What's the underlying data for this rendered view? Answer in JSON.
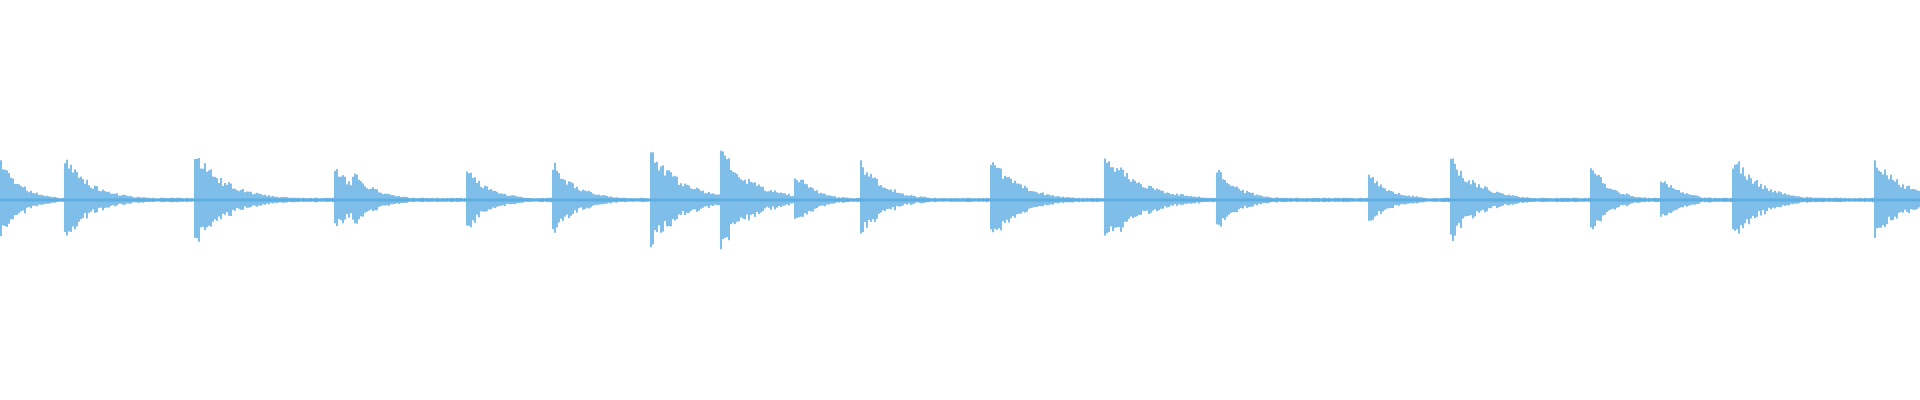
{
  "waveform": {
    "color": "#5eaee2",
    "background": "#ffffff",
    "baseline_level": 0.015,
    "onsets": [
      {
        "t": 0.0,
        "peak": 0.28,
        "decay": 0.01
      },
      {
        "t": 0.0325,
        "peak": 0.3,
        "decay": 0.014
      },
      {
        "t": 0.1005,
        "peak": 0.34,
        "decay": 0.016
      },
      {
        "t": 0.1735,
        "peak": 0.24,
        "decay": 0.012
      },
      {
        "t": 0.183,
        "peak": 0.2,
        "decay": 0.012
      },
      {
        "t": 0.242,
        "peak": 0.22,
        "decay": 0.012
      },
      {
        "t": 0.2865,
        "peak": 0.28,
        "decay": 0.012
      },
      {
        "t": 0.3385,
        "peak": 0.34,
        "decay": 0.016
      },
      {
        "t": 0.375,
        "peak": 0.34,
        "decay": 0.016
      },
      {
        "t": 0.413,
        "peak": 0.2,
        "decay": 0.01
      },
      {
        "t": 0.4475,
        "peak": 0.28,
        "decay": 0.012
      },
      {
        "t": 0.515,
        "peak": 0.32,
        "decay": 0.014
      },
      {
        "t": 0.574,
        "peak": 0.34,
        "decay": 0.018
      },
      {
        "t": 0.6325,
        "peak": 0.22,
        "decay": 0.012
      },
      {
        "t": 0.712,
        "peak": 0.18,
        "decay": 0.012
      },
      {
        "t": 0.7545,
        "peak": 0.3,
        "decay": 0.014
      },
      {
        "t": 0.828,
        "peak": 0.24,
        "decay": 0.01
      },
      {
        "t": 0.864,
        "peak": 0.18,
        "decay": 0.01
      },
      {
        "t": 0.902,
        "peak": 0.3,
        "decay": 0.014
      },
      {
        "t": 0.9755,
        "peak": 0.32,
        "decay": 0.014
      }
    ]
  }
}
